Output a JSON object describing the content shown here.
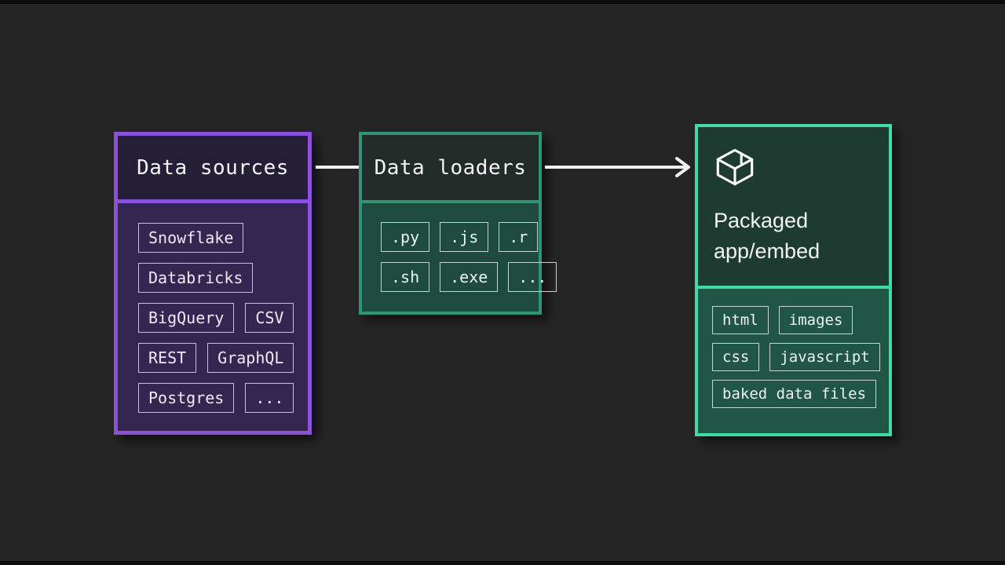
{
  "diagram": {
    "sources": {
      "title": "Data sources",
      "chips": [
        "Snowflake",
        "Databricks",
        "BigQuery",
        "CSV",
        "REST",
        "GraphQL",
        "Postgres",
        "..."
      ]
    },
    "loaders": {
      "title": "Data loaders",
      "chips": [
        ".py",
        ".js",
        ".r",
        ".sh",
        ".exe",
        "..."
      ]
    },
    "packaged": {
      "title_line1": "Packaged",
      "title_line2": "app/embed",
      "icon": "package-icon",
      "chips": [
        "html",
        "images",
        "css",
        "javascript",
        "baked data files"
      ]
    }
  },
  "colors": {
    "background": "#252525",
    "letterbox": "#0c0c0c",
    "purple": "#8B51DB",
    "purple_header": "#261D36",
    "purple_body": "#342650",
    "teal_mid": "#2E9478",
    "teal_header": "#222B27",
    "teal_body": "#1E4B3D",
    "teal_bright": "#41D9A5",
    "teal_header2": "#1D3B31",
    "teal_body2": "#215548",
    "connector": "#F2F2F2"
  }
}
